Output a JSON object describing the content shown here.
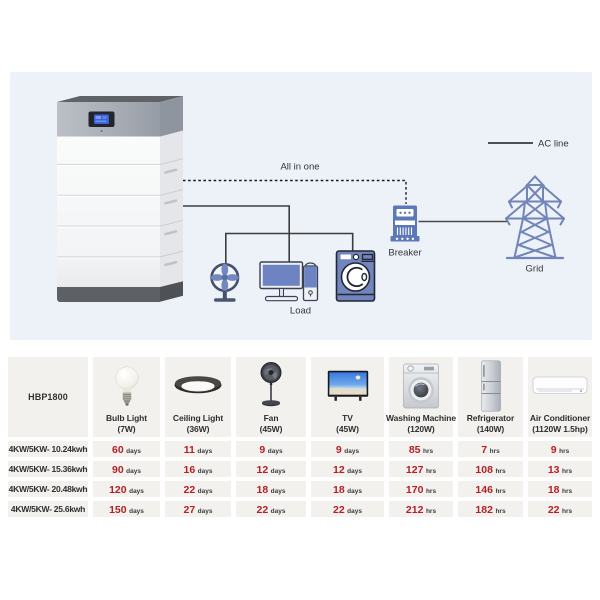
{
  "diagram": {
    "panel_color": "#edf1f8",
    "line_color": "#3d3d3d",
    "icon_blue": "#7286bd",
    "labels": {
      "all_in_one": "All in one",
      "ac_line": "AC line",
      "breaker": "Breaker",
      "grid": "Grid",
      "load": "Load"
    },
    "icons": [
      "battery-stack-icon",
      "breaker-icon",
      "grid-tower-icon",
      "fan-icon",
      "computer-icon",
      "washing-machine-icon"
    ]
  },
  "table": {
    "model": "HBP1800",
    "accent_red": "#b32026",
    "cell_gray": "#f2f1ee",
    "columns": [
      {
        "name": "Bulb Light",
        "watt": "(7W)",
        "unit": "days",
        "icon": "bulb-icon"
      },
      {
        "name": "Ceiling Light",
        "watt": "(36W)",
        "unit": "days",
        "icon": "ceiling-light-icon"
      },
      {
        "name": "Fan",
        "watt": "(45W)",
        "unit": "days",
        "icon": "pedestal-fan-icon"
      },
      {
        "name": "TV",
        "watt": "(45W)",
        "unit": "days",
        "icon": "tv-icon"
      },
      {
        "name": "Washing Machine",
        "watt": "(120W)",
        "unit": "hrs",
        "icon": "washer-icon"
      },
      {
        "name": "Refrigerator",
        "watt": "(140W)",
        "unit": "hrs",
        "icon": "fridge-icon"
      },
      {
        "name": "Air Conditioner",
        "watt": "(1120W 1.5hp)",
        "unit": "hrs",
        "icon": "aircon-icon"
      }
    ],
    "rows": [
      {
        "label": "4KW/5KW- 10.24kwh",
        "values": [
          "60",
          "11",
          "9",
          "9",
          "85",
          "7",
          "9"
        ]
      },
      {
        "label": "4KW/5KW- 15.36kwh",
        "values": [
          "90",
          "16",
          "12",
          "12",
          "127",
          "108",
          "13"
        ]
      },
      {
        "label": "4KW/5KW- 20.48kwh",
        "values": [
          "120",
          "22",
          "18",
          "18",
          "170",
          "146",
          "18"
        ]
      },
      {
        "label": "4KW/5KW- 25.6kwh",
        "values": [
          "150",
          "27",
          "22",
          "22",
          "212",
          "182",
          "22"
        ]
      }
    ]
  }
}
